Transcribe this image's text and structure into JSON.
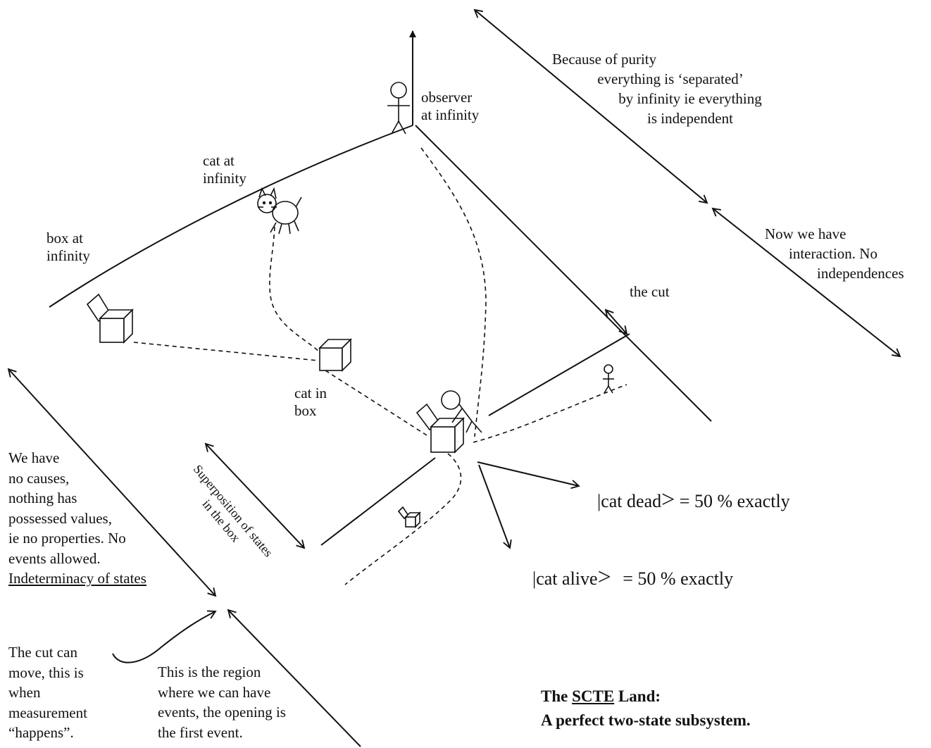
{
  "labels": {
    "observer": [
      "observer",
      "at infinity"
    ],
    "cat_infinity": [
      "cat at",
      "infinity"
    ],
    "box_infinity": [
      "box at",
      "infinity"
    ],
    "cat_in_box": [
      "cat in",
      "box"
    ],
    "the_cut": "the cut",
    "purity": [
      "Because of purity",
      "everything is ‘separated’",
      "by infinity ie everything",
      "is independent"
    ],
    "interaction": [
      "Now we have",
      "interaction. No",
      "independences"
    ],
    "superposition": [
      "Superposition of states",
      "in the box"
    ],
    "no_causes": [
      "We have",
      "no causes,",
      "nothing has",
      "possessed values,",
      "ie no properties. No",
      "events allowed."
    ],
    "indeterminacy": "Indeterminacy of states",
    "cut_moves": [
      "The cut can",
      "move, this is",
      "when",
      "measurement",
      "“happens”."
    ],
    "events_region": [
      "This is the region",
      "where we can have",
      "events, the opening is",
      "the first event."
    ],
    "cat_dead": "cat dead",
    "cat_alive": "cat alive",
    "prob_dead": "= 50 % exactly",
    "prob_alive": "= 50 % exactly",
    "title_prefix": "The ",
    "title_scte": "SCTE",
    "title_suffix": " Land:",
    "subtitle": "A perfect two-state subsystem."
  }
}
